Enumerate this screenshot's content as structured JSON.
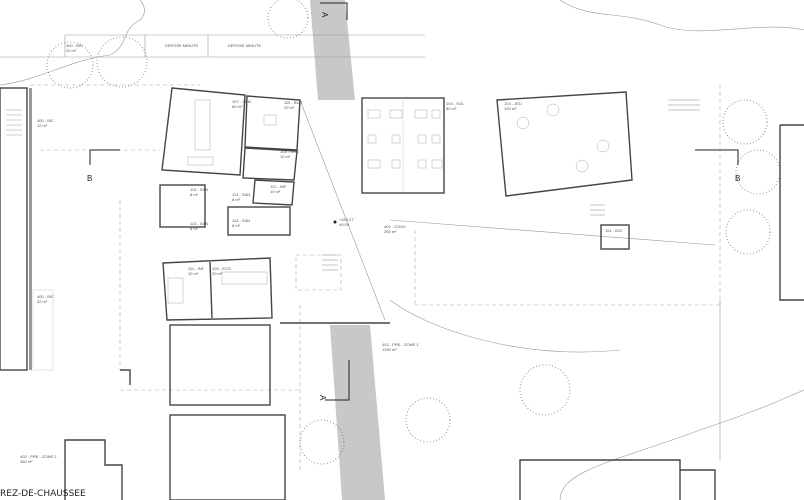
{
  "plan": {
    "title": "REZ-DE-CHAUSSEE",
    "section_markers": [
      "A",
      "A",
      "B",
      "B"
    ],
    "level": {
      "elevation": "+449.27",
      "relative": "±0.00"
    },
    "rooms": [
      {
        "name": "400 - BIC",
        "area": "10 m²"
      },
      {
        "name": "DEPOSE MINUTE",
        "area": ""
      },
      {
        "name": "DEPOSE MINUTE",
        "area": ""
      },
      {
        "name": "400 - BIC",
        "area": "12 m²"
      },
      {
        "name": "400 - BIC",
        "area": "32 m²"
      },
      {
        "name": "402 - PRE - ZONE 2",
        "area": "360 m²"
      },
      {
        "name": "107 - SAM",
        "area": "60 m²"
      },
      {
        "name": "110 - BUR",
        "area": "20 m²"
      },
      {
        "name": "108 - DOC",
        "area": "10 m²"
      },
      {
        "name": "112 - INF",
        "area": "10 m²"
      },
      {
        "name": "113 - SAN",
        "area": "8 m²"
      },
      {
        "name": "113 - SAN",
        "area": "8 m²"
      },
      {
        "name": "113 - SAN",
        "area": "8 m²"
      },
      {
        "name": "113 - SAN",
        "area": "8 m²"
      },
      {
        "name": "111 - INF",
        "area": "10 m²"
      },
      {
        "name": "109 - ECO",
        "area": "20 m²"
      },
      {
        "name": "104 - SOL",
        "area": "80 m²"
      },
      {
        "name": "103 - JEU",
        "area": "100 m²"
      },
      {
        "name": "401 - COUV",
        "area": "260 m²"
      },
      {
        "name": "114 - ASC",
        "area": ""
      },
      {
        "name": "402 - PRE - ZONE 1",
        "area": "1290 m²"
      }
    ]
  }
}
